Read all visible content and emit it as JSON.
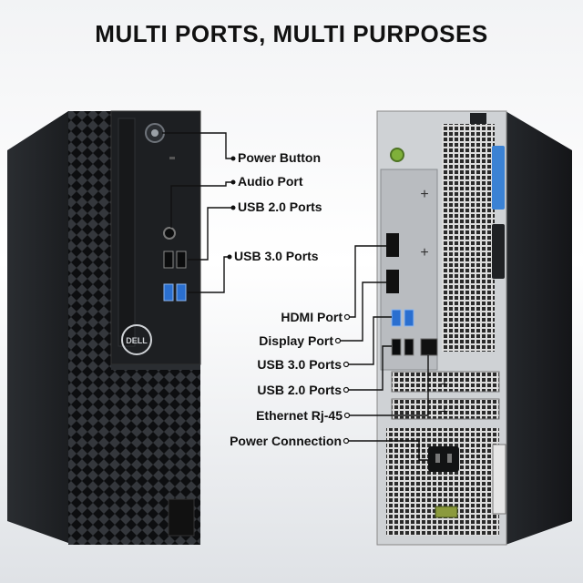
{
  "header": {
    "title": "MULTI PORTS, MULTI PURPOSES"
  },
  "brand": {
    "logo_text": "DELL"
  },
  "front_labels": [
    {
      "id": "power-button",
      "text": "Power Button"
    },
    {
      "id": "audio-port",
      "text": "Audio Port"
    },
    {
      "id": "usb2-ports-front",
      "text": "USB 2.0 Ports"
    },
    {
      "id": "usb3-ports-front",
      "text": "USB 3.0 Ports"
    }
  ],
  "rear_labels": [
    {
      "id": "hdmi-port",
      "text": "HDMI Port"
    },
    {
      "id": "display-port",
      "text": "Display Port"
    },
    {
      "id": "usb3-ports-rear",
      "text": "USB 3.0 Ports"
    },
    {
      "id": "usb2-ports-rear",
      "text": "USB 2.0 Ports"
    },
    {
      "id": "ethernet",
      "text": "Ethernet Rj-45"
    },
    {
      "id": "power-connection",
      "text": "Power Connection"
    }
  ],
  "colors": {
    "case": "#1a1c1f",
    "accent_blue": "#2a6fd0",
    "audio_green": "#7fb03a",
    "line": "#111111"
  }
}
